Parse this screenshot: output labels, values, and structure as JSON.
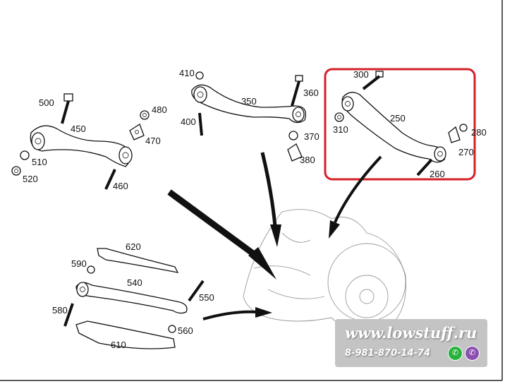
{
  "diagram": {
    "part_labels": {
      "p500": "500",
      "p450": "450",
      "p480": "480",
      "p470": "470",
      "p510": "510",
      "p520": "520",
      "p460": "460",
      "p410": "410",
      "p350": "350",
      "p360": "360",
      "p400": "400",
      "p370": "370",
      "p380": "380",
      "p300": "300",
      "p250": "250",
      "p310": "310",
      "p280": "280",
      "p270": "270",
      "p260": "260",
      "p620": "620",
      "p590": "590",
      "p540": "540",
      "p550": "550",
      "p580": "580",
      "p560": "560",
      "p610": "610"
    },
    "highlight_color": "#d42027"
  },
  "watermark": {
    "url": "www.lowstuff.ru",
    "phone": "8-981-870-14-74",
    "whatsapp_icon": "whatsapp-icon",
    "viber_icon": "viber-icon",
    "whatsapp_color": "#25b33a",
    "viber_color": "#8a4fb0"
  }
}
